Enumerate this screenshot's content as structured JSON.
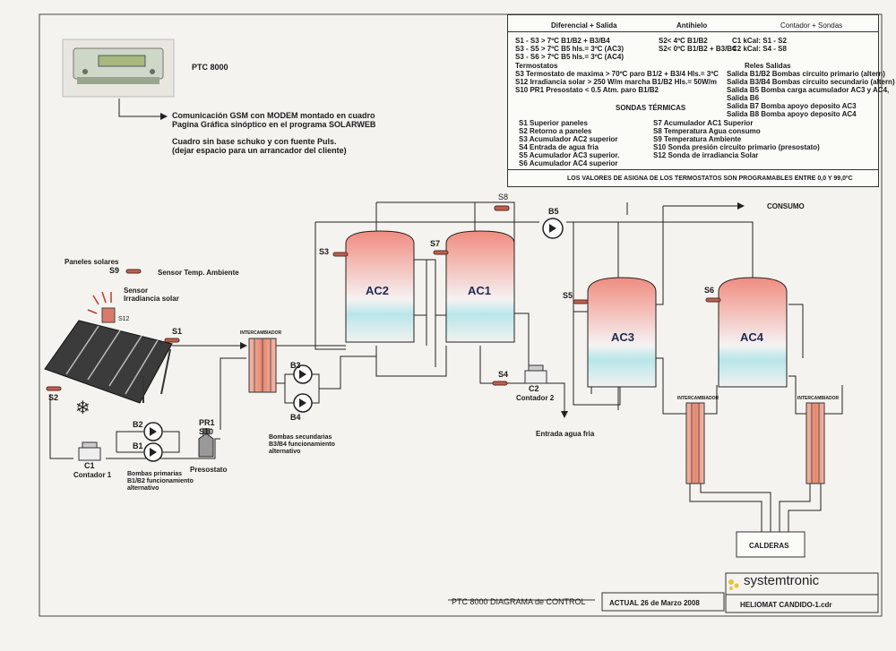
{
  "legend": {
    "header": {
      "diferencial": "Diferencial + Salida",
      "antihielo": "Antihielo",
      "contador": "Contador + Sondas"
    },
    "diff_rules": [
      "S1 - S3  > 7ºC  B1/B2 + B3/B4",
      "S3 - S5  > 7ºC  B5  hls.= 3ºC  (AC3)",
      "S3 - S6  > 7ºC  B5  hls.= 3ºC  (AC4)"
    ],
    "antihielo_rules": [
      "S2< 4ºC  B1/B2",
      "S2< 0ºC  B1/B2 + B3/B4"
    ],
    "contador_rules": [
      "C1 kCal: S1 - S2",
      "C2 kCal: S4 - S8"
    ],
    "termostatos_title": "Termostatos",
    "termostatos": [
      "S3  Termostato de maxima  > 70ºC paro B1/2 + B3/4   Hls.= 3ºC",
      "S12  Irradiancia solar > 250 W/m marcha B1/B2   Hls.= 50W/m",
      "S10 PR1   Presostato < 0.5 Atm. paro B1/B2"
    ],
    "reles_title": "Reles Salidas",
    "reles": [
      "Salida B1/B2  Bombas circuito primario (altern)",
      "Salida B3/B4  Bombas circuito secundario (altern)",
      "Salida B5  Bomba carga acumulador AC3 y AC4,",
      "Salida B6",
      "Salida B7  Bomba apoyo deposito AC3",
      "Salida B8  Bomba apoyo deposito AC4"
    ],
    "sondas_title": "SONDAS TÉRMICAS",
    "sondas_left": [
      "S1  Superior paneles",
      "S2  Retorno a paneles",
      "S3  Acumulador AC2 superior",
      "S4  Entrada de agua fria",
      "S5  Acumulador AC3  superior.",
      "S6  Acumulador AC4  superior"
    ],
    "sondas_right": [
      "S7  Acumulador AC1 Superior",
      "S8  Temperatura Agua consumo",
      "S9  Temperatura Ambiente",
      "S10 Sonda presión circuito primario (presostato)",
      "S12  Sonda de irradiancia Solar"
    ],
    "note": "LOS VALORES DE ASIGNA DE LOS TERMOSTATOS SON PROGRAMABLES ENTRE 0,0 Y 99,0ºC"
  },
  "controller": {
    "name": "PTC 8000",
    "notes": [
      "Comunicación GSM   con MODEM  montado en cuadro",
      "Pagina Gráfica sinóptico en el programa SOLARWEB",
      "",
      "Cuadro sin base schuko y con fuente Puls.",
      "(dejar espacio para un arrancador del cliente)"
    ]
  },
  "labels": {
    "paneles": "Paneles solares",
    "s9": "S9",
    "sensor_temp": "Sensor Temp. Ambiente",
    "sensor_irr": [
      "Sensor",
      "Irradiancia solar"
    ],
    "s12": "S12",
    "s1": "S1",
    "s2": "S2",
    "s3": "S3",
    "s4": "S4",
    "s5": "S5",
    "s6": "S6",
    "s7": "S7",
    "s8": "S8",
    "b1": "B1",
    "b2": "B2",
    "b3": "B3",
    "b4": "B4",
    "b5": "B5",
    "pr1": "PR1",
    "s10": "S10",
    "presostato": "Presostato",
    "c1": "C1",
    "contador1": "Contador 1",
    "c2": "C2",
    "contador2": "Contador 2",
    "bombas_primarias": [
      "Bombas primarias",
      "B1/B2 funcionamiento",
      "alternativo"
    ],
    "bombas_secundarias": [
      "Bombas secundarias",
      "B3/B4 funcionamiento",
      "alternativo"
    ],
    "intercambiador": "INTERCAMBIADOR",
    "consumo": "CONSUMO",
    "entrada_agua": "Entrada agua fria",
    "calderas": "CALDERAS",
    "ac1": "AC1",
    "ac2": "AC2",
    "ac3": "AC3",
    "ac4": "AC4"
  },
  "footer": {
    "title": "PTC 8000  DIAGRAMA de CONTROL",
    "date": "ACTUAL  26 de Marzo 2008",
    "brand": "systemtronic",
    "file": "HELIOMAT  CANDIDO-1.cdr"
  }
}
